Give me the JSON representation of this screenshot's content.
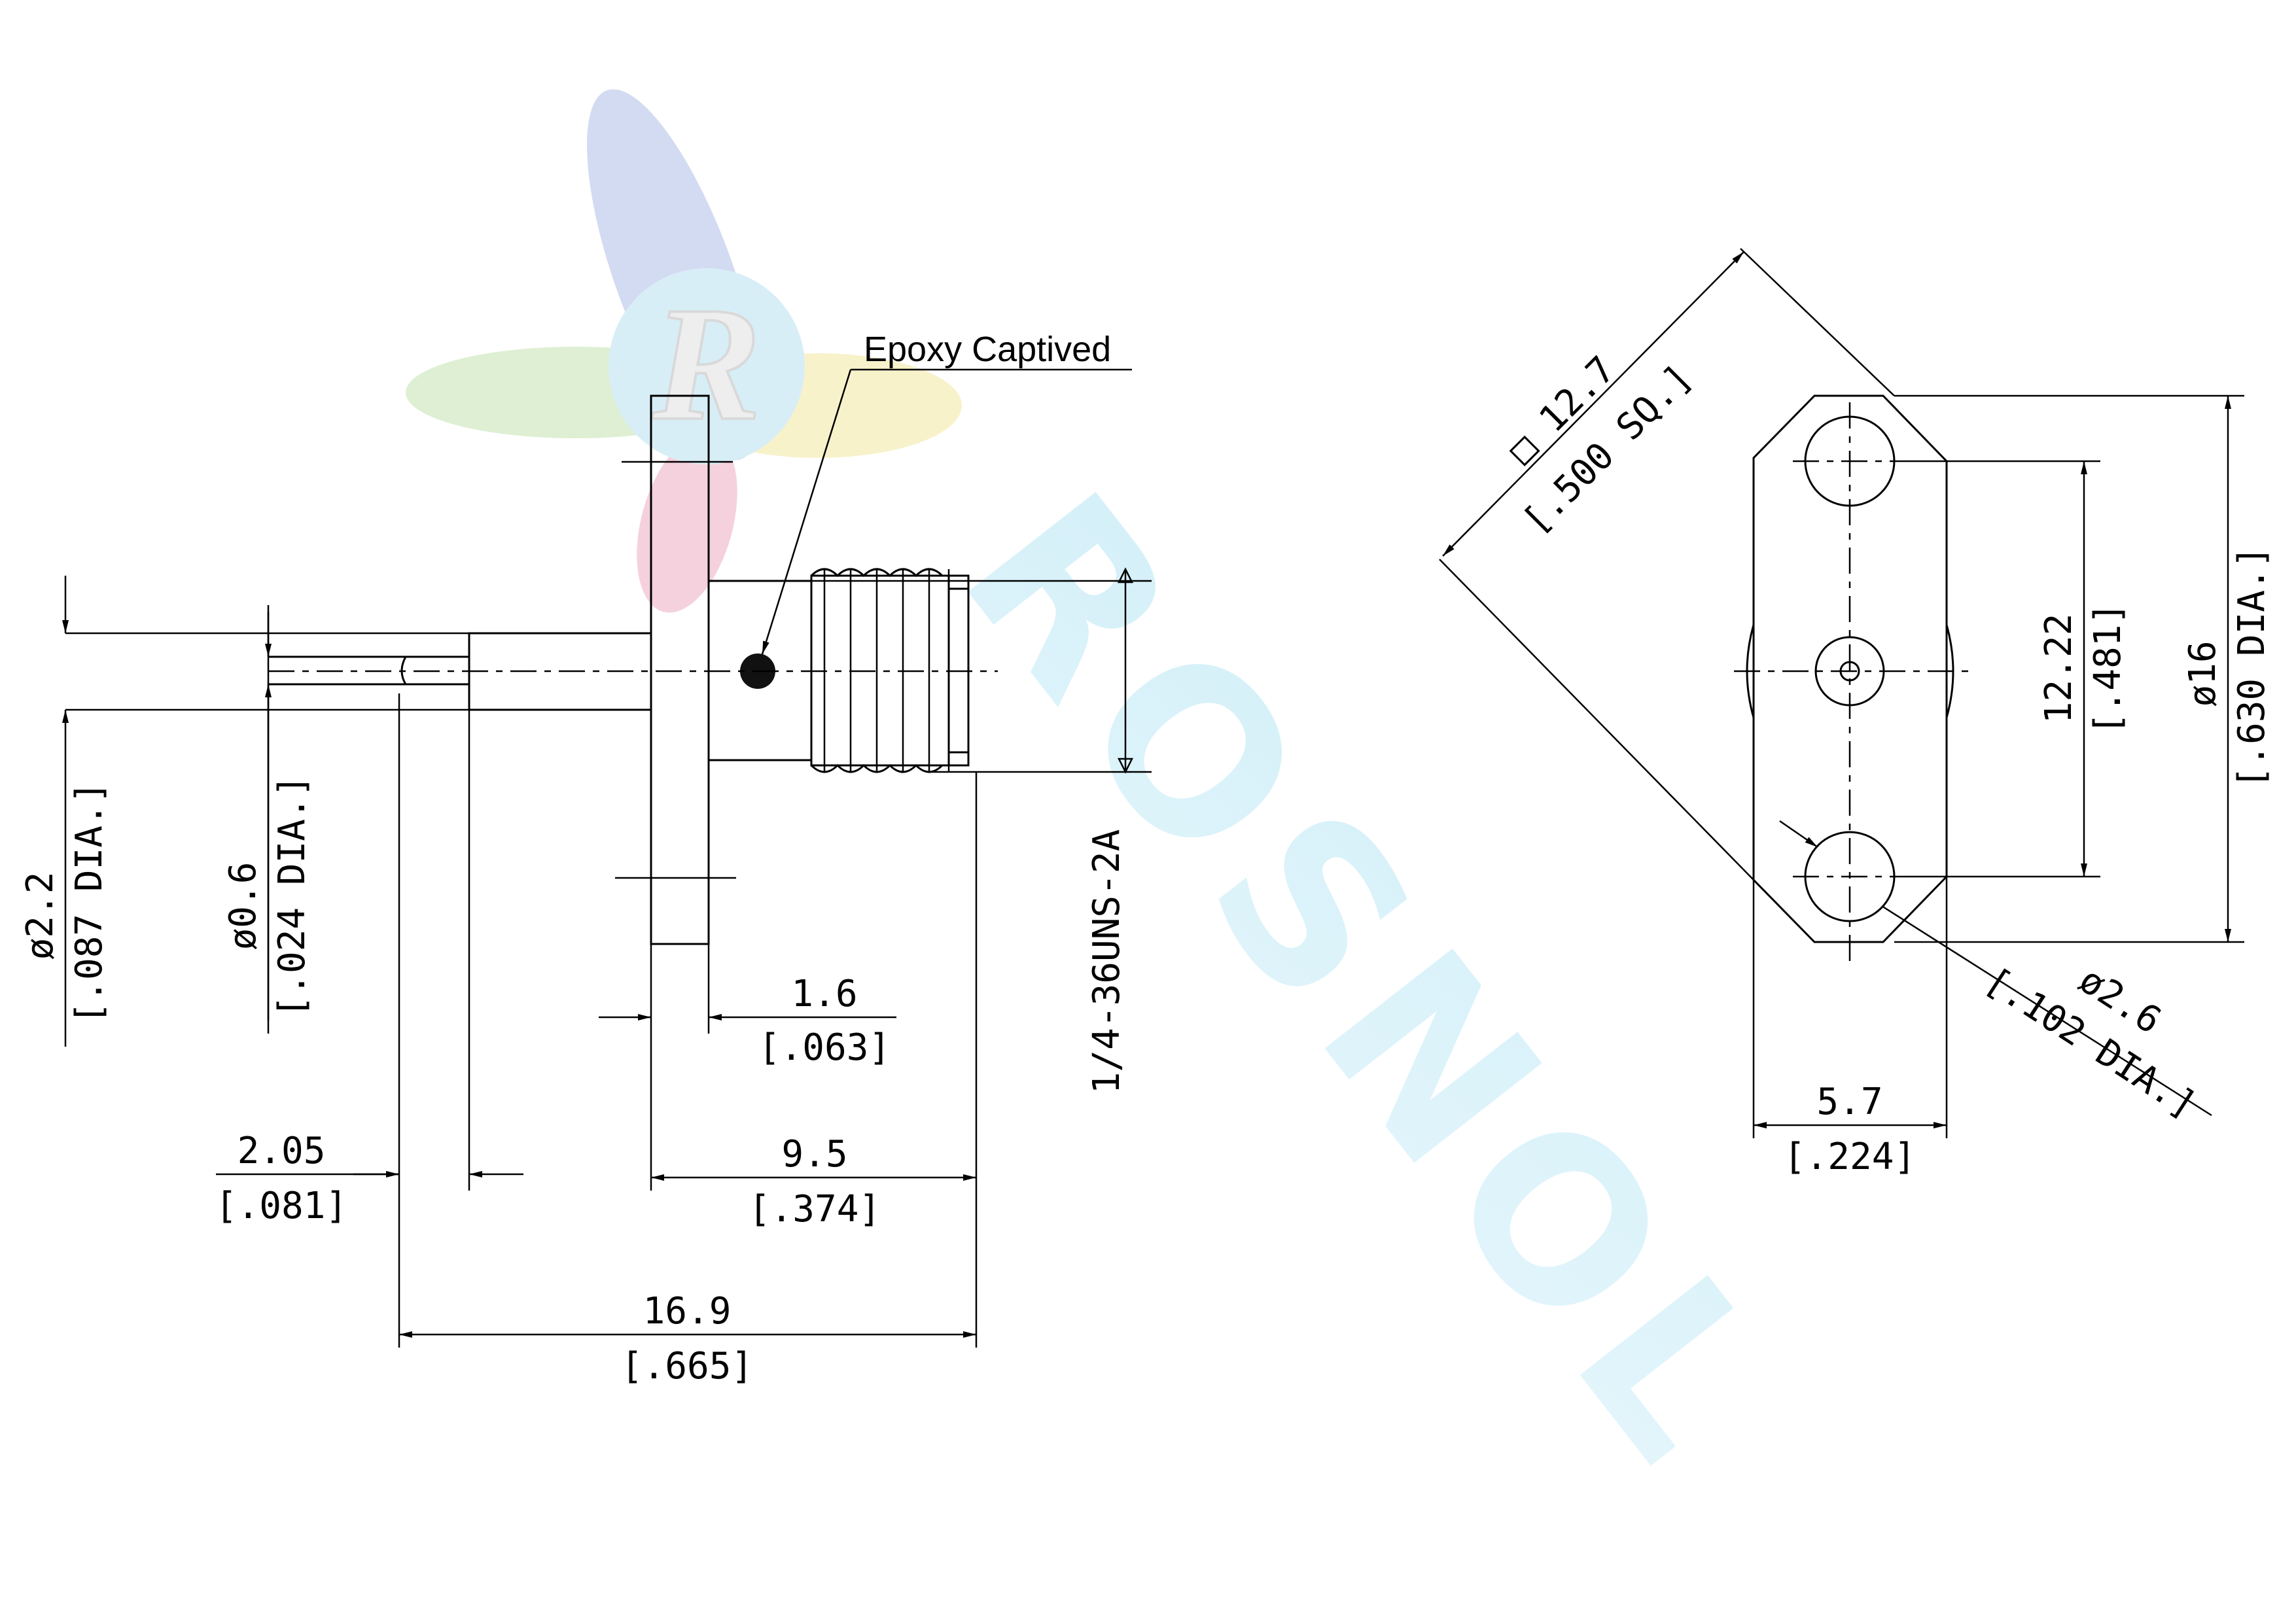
{
  "watermark": {
    "brand_text": "ROSNOL",
    "logo_letter": "R"
  },
  "callout": {
    "epoxy": "Epoxy Captived"
  },
  "side_view": {
    "dims": {
      "body_dia_mm": "ø2.2",
      "body_dia_in": "[.087 DIA.]",
      "pin_dia_mm": "ø0.6",
      "pin_dia_in": "[.024 DIA.]",
      "flange_thk_mm": "1.6",
      "flange_thk_in": "[.063]",
      "thread": "1/4-36UNS-2A",
      "pin_ext_mm": "2.05",
      "pin_ext_in": "[.081]",
      "thread_len_mm": "9.5",
      "thread_len_in": "[.374]",
      "overall_mm": "16.9",
      "overall_in": "[.665]"
    }
  },
  "front_view": {
    "dims": {
      "square_mm": "□ 12.7",
      "square_in": "[.500 SQ.]",
      "hole_spacing_mm": "12.22",
      "hole_spacing_in": "[.481]",
      "flange_dia_mm": "ø16",
      "flange_dia_in": "[.630 DIA.]",
      "width_mm": "5.7",
      "width_in": "[.224]",
      "hole_dia_mm": "ø2.6",
      "hole_dia_in": "[.102 DIA.]"
    }
  }
}
